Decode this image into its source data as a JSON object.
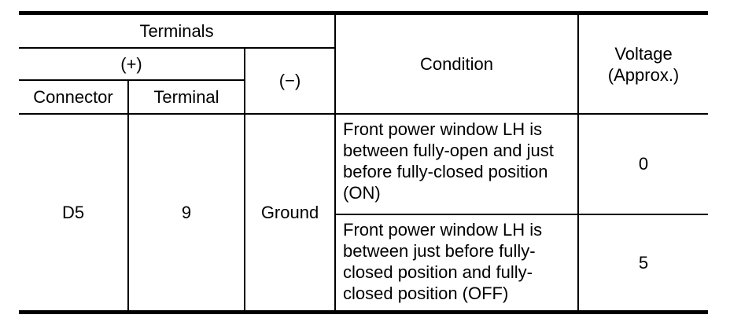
{
  "table": {
    "header": {
      "terminals_label": "Terminals",
      "plus_label": "(+)",
      "minus_label": "(−)",
      "connector_label": "Connector",
      "terminal_label": "Terminal",
      "condition_label": "Condition",
      "voltage_label": "Voltage\n(Approx.)"
    },
    "body": {
      "connector": "D5",
      "terminal": "9",
      "minus": "Ground",
      "rows": [
        {
          "condition": "Front power window LH is\nbetween fully-open and just\nbefore fully-closed position\n(ON)",
          "voltage": "0"
        },
        {
          "condition": "Front power window LH is\nbetween just before fully-\nclosed position and fully-\nclosed position (OFF)",
          "voltage": "5"
        }
      ]
    }
  }
}
